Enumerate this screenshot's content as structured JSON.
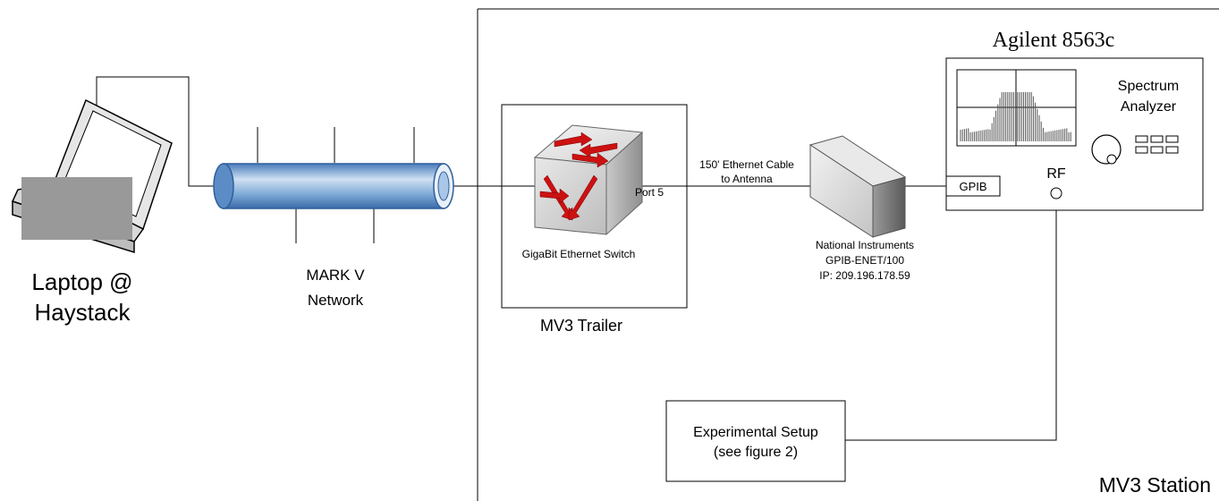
{
  "laptop": {
    "label_line1": "Laptop @",
    "label_line2": "Haystack"
  },
  "network": {
    "label_line1": "MARK V",
    "label_line2": "Network"
  },
  "switch": {
    "label": "GigaBit Ethernet Switch",
    "port_label": "Port 5"
  },
  "trailer": {
    "label": "MV3 Trailer"
  },
  "cable": {
    "label_line1": "150' Ethernet Cable",
    "label_line2": "to Antenna"
  },
  "gpib_device": {
    "label_line1": "National Instruments",
    "label_line2": "GPIB-ENET/100",
    "label_line3": "IP: 209.196.178.59"
  },
  "analyzer": {
    "title": "Agilent 8563c",
    "label_line1": "Spectrum",
    "label_line2": "Analyzer",
    "gpib_label": "GPIB",
    "rf_label": "RF"
  },
  "experiment": {
    "label_line1": "Experimental Setup",
    "label_line2": "(see figure 2)"
  },
  "station": {
    "label": "MV3 Station"
  },
  "colors": {
    "pipe": "#7ba7d6",
    "arrow": "#cc1111",
    "redaction": "#999999"
  }
}
